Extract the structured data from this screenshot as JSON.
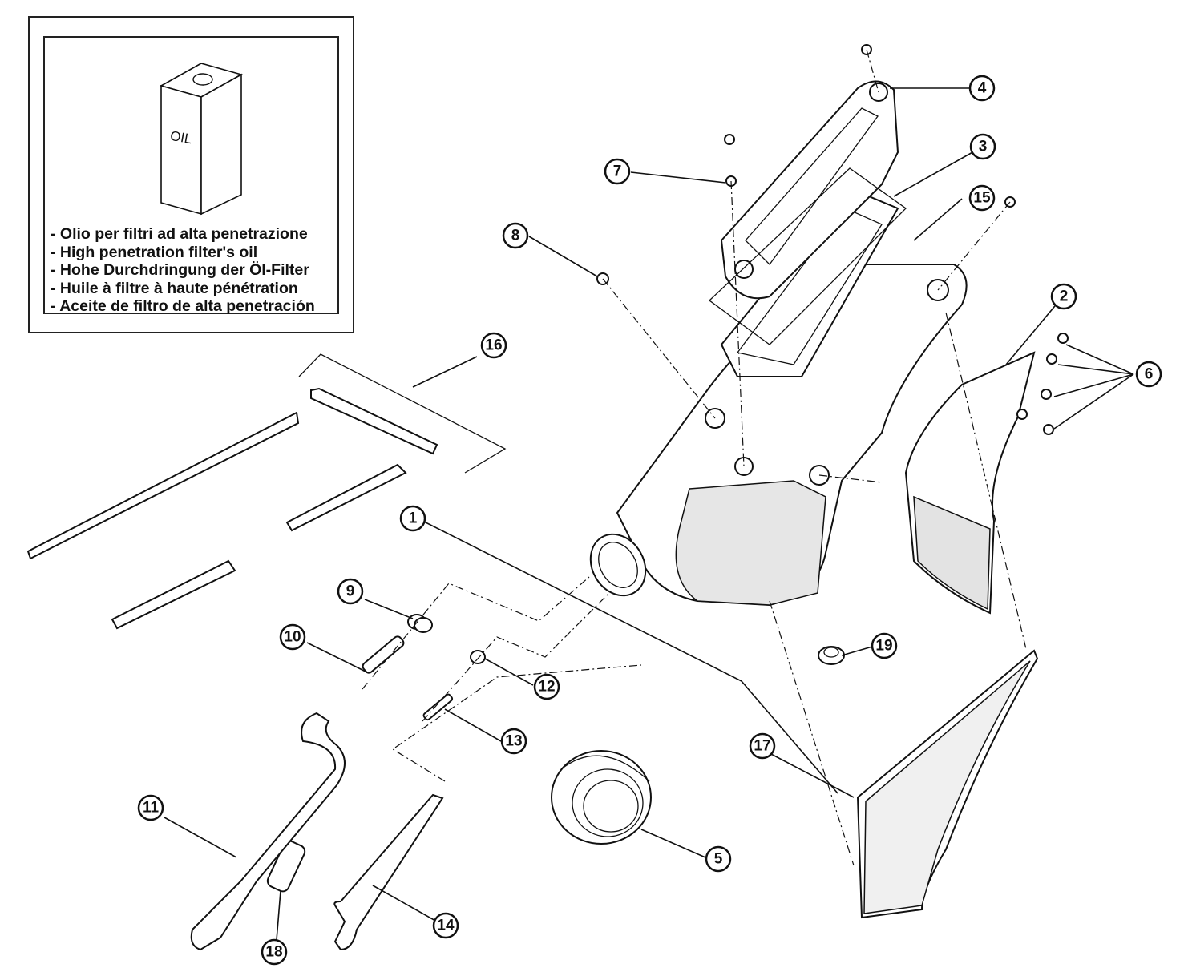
{
  "legend": {
    "can_label": "OIL",
    "lines": [
      "- Olio per filtri ad alta penetrazione",
      "- High penetration filter's oil",
      "- Hohe Durchdringung der Öl-Filter",
      "- Huile à filtre à haute pénétration",
      "- Aceite de filtro de alta penetración"
    ]
  },
  "callouts": [
    {
      "id": "c1",
      "label": "1"
    },
    {
      "id": "c2",
      "label": "2"
    },
    {
      "id": "c3",
      "label": "3"
    },
    {
      "id": "c4",
      "label": "4"
    },
    {
      "id": "c5",
      "label": "5"
    },
    {
      "id": "c6",
      "label": "6"
    },
    {
      "id": "c7",
      "label": "7"
    },
    {
      "id": "c8",
      "label": "8"
    },
    {
      "id": "c9",
      "label": "9"
    },
    {
      "id": "c10",
      "label": "10"
    },
    {
      "id": "c11",
      "label": "11"
    },
    {
      "id": "c12",
      "label": "12"
    },
    {
      "id": "c13",
      "label": "13"
    },
    {
      "id": "c14",
      "label": "14"
    },
    {
      "id": "c15",
      "label": "15"
    },
    {
      "id": "c16",
      "label": "16"
    },
    {
      "id": "c17",
      "label": "17"
    },
    {
      "id": "c18",
      "label": "18"
    },
    {
      "id": "c19",
      "label": "19"
    }
  ]
}
